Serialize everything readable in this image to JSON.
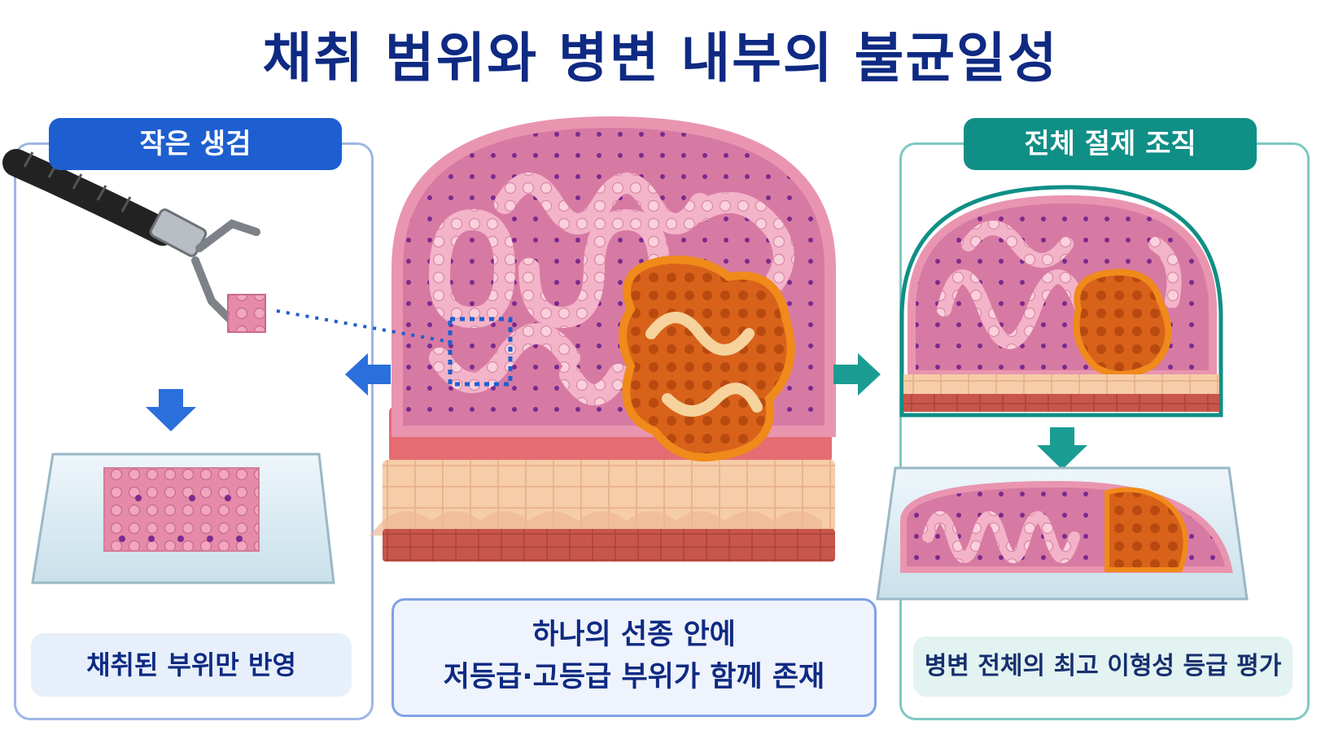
{
  "title": "채취 범위와 병변 내부의 불균일성",
  "left_panel": {
    "header": "작은 생검",
    "caption": "채취된 부위만 반영"
  },
  "right_panel": {
    "header": "전체 절제 조직",
    "caption": "병변 전체의 최고 이형성 등급 평가"
  },
  "center": {
    "caption_line1": "하나의 선종 안에",
    "caption_line2": "저등급·고등급 부위가 함께 존재"
  },
  "colors": {
    "title": "#0f2a82",
    "left_accent": "#1d5fd0",
    "right_accent": "#0f8f86",
    "tissue_pink": "#e98aa6",
    "high_grade_orange": "#e56b12"
  }
}
